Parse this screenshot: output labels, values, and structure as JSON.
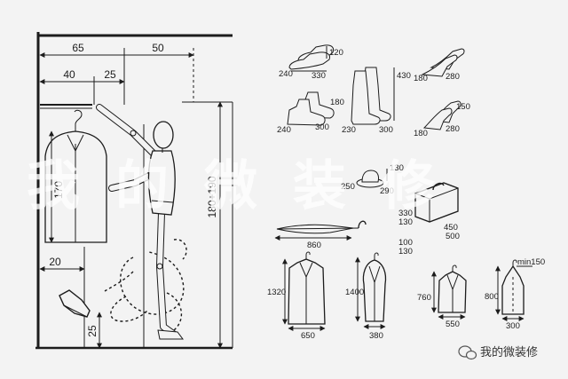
{
  "watermark": "我的微装修",
  "logo": {
    "icon": "wechat-icon",
    "text": "我的微装修"
  },
  "colors": {
    "background": "#f3f3f3",
    "line": "#1c1c1c",
    "watermark": "#ffffff"
  },
  "wardrobe": {
    "top_left": "65",
    "top_right": "50",
    "reach_left": "40",
    "reach_right": "25",
    "garment_length": "170",
    "reach_height": "180+190",
    "clearance": "20",
    "shoe_height": "25"
  },
  "items": {
    "oxford_shoe": {
      "height": "120",
      "width": "240",
      "length": "330"
    },
    "ankle_shoe": {
      "height": "180",
      "width": "240",
      "length": "300"
    },
    "boots": {
      "height": "430",
      "width": "230",
      "length": "300"
    },
    "heels_top": {
      "width": "180",
      "length": "280"
    },
    "heels_bottom": {
      "height": "150",
      "width": "180",
      "length": "280"
    },
    "hat": {
      "height": "130",
      "width": "250",
      "length": "290"
    },
    "suitcase": {
      "height": "330",
      "depth": "130",
      "inner": "450",
      "width": "500",
      "foot_a": "100",
      "foot_b": "130"
    },
    "umbrella": {
      "length": "860"
    },
    "coat": {
      "height": "1320",
      "width": "650"
    },
    "jacket": {
      "height": "1400",
      "width": "380"
    },
    "suit": {
      "height": "760",
      "width": "550"
    },
    "garment_bag": {
      "clearance": "min150",
      "height": "800",
      "width": "300"
    }
  }
}
